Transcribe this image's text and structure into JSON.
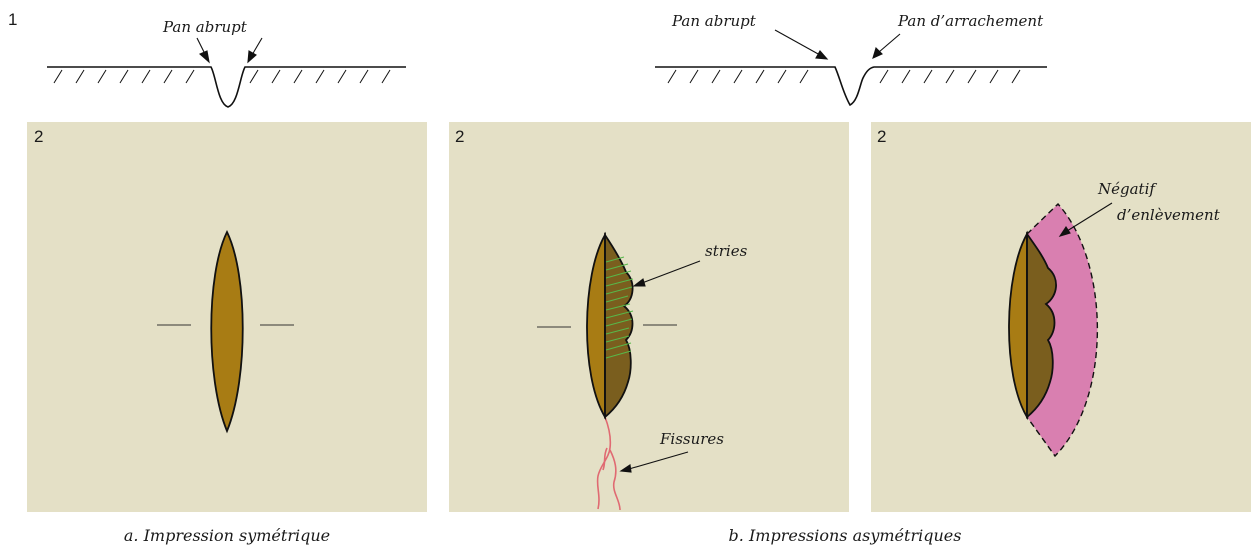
{
  "figure": {
    "part1_number": "1",
    "part2_number": "2",
    "colors": {
      "panel_bg": "#e4e0c6",
      "impression_fill": "#a87c14",
      "impression_dark_fill": "#7a5e1e",
      "negatif_fill": "#d97fb0",
      "stries_color": "#58b84a",
      "fissures_color": "#e06a72",
      "line_color": "#111111"
    },
    "sections": {
      "symmetric": {
        "profile_label": "Pan abrupt",
        "caption": "a. Impression symétrique"
      },
      "asymmetric": {
        "profile_label_left": "Pan abrupt",
        "profile_label_right": "Pan d’arrachement",
        "stries_label": "stries",
        "fissures_label": "Fissures",
        "negatif_label_line1": "Négatif",
        "negatif_label_line2": "d’enlèvement",
        "caption": "b. Impressions asymétriques"
      }
    }
  }
}
